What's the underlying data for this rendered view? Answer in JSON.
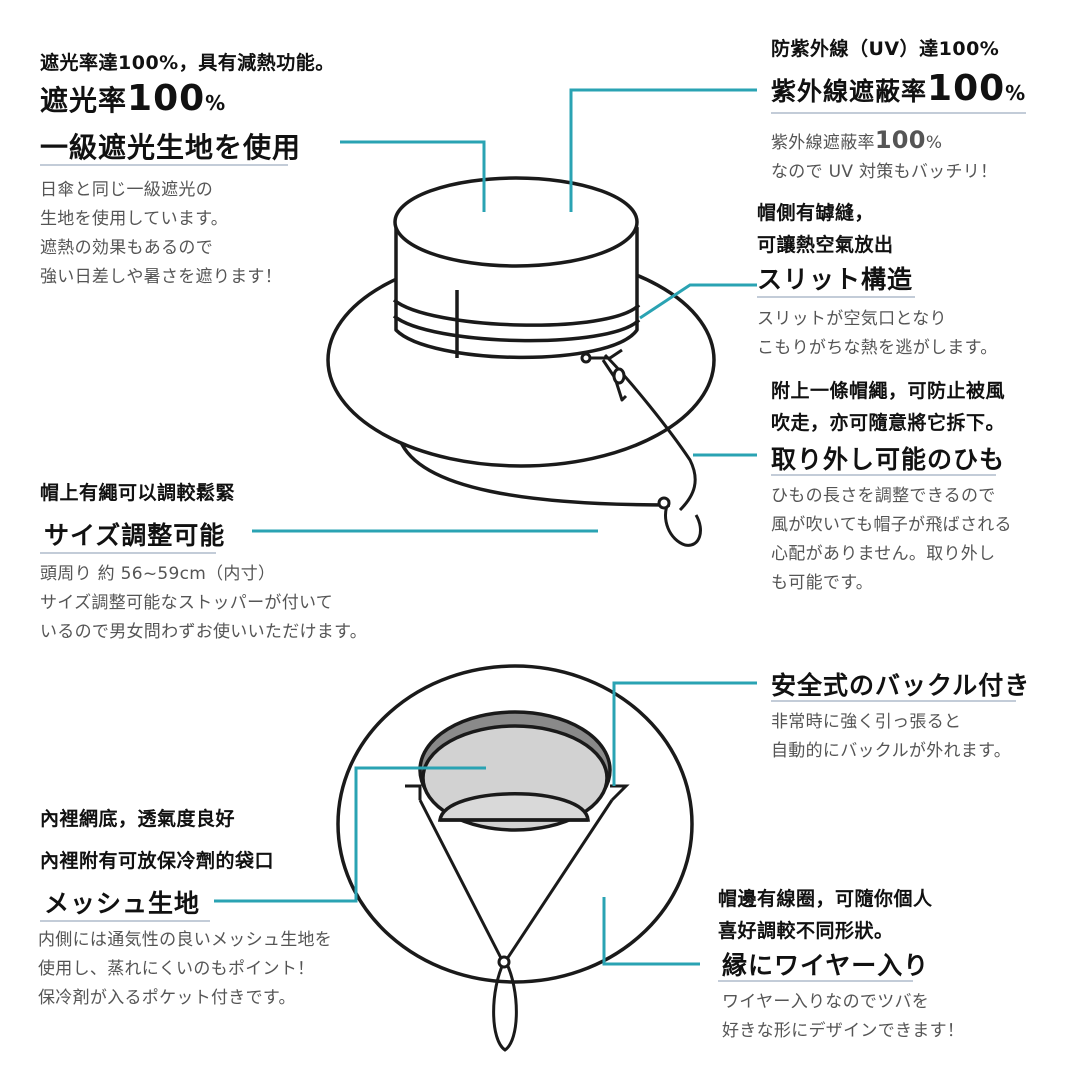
{
  "brand": {
    "accent_line": "#2aa3b3",
    "underline": "#c3ccd8",
    "ink": "#1a1a1a",
    "mesh_grey": "#cfcfcf",
    "mesh_dark": "#8a8a8a"
  },
  "sections": {
    "shading": {
      "chinese": "遮光率達100%，具有減熱功能。",
      "heading_prefix": "遮光率",
      "heading_number": "100",
      "heading_suffix": "%",
      "heading_line2": "一級遮光生地を使用",
      "desc": [
        "日傘と同じ一級遮光の",
        "生地を使用しています。",
        "遮熱の効果もあるので",
        "強い日差しや暑さを遮ります！"
      ]
    },
    "uv": {
      "chinese": "防紫外線（UV）達100%",
      "heading_prefix": "紫外線遮蔽率",
      "heading_number": "100",
      "heading_suffix": "%",
      "desc_line1_prefix": "紫外線遮蔽率",
      "desc_line1_number": "100",
      "desc_line1_suffix": "%",
      "desc_line2": "なので UV 対策もバッチリ！"
    },
    "slit": {
      "chinese": [
        "帽側有罅縫，",
        "可讓熱空氣放出"
      ],
      "heading": "スリット構造",
      "desc": [
        "スリットが空気口となり",
        "こもりがちな熱を逃がします。"
      ]
    },
    "cord": {
      "chinese": [
        "附上一條帽繩，可防止被風",
        "吹走，亦可隨意將它拆下。"
      ],
      "heading": "取り外し可能のひも",
      "desc": [
        "ひもの長さを調整できるので",
        "風が吹いても帽子が飛ばされる",
        "心配がありません。取り外し",
        "も可能です。"
      ]
    },
    "size": {
      "chinese": "帽上有繩可以調較鬆緊",
      "heading": "サイズ調整可能",
      "desc": [
        "頭周り 約 56~59cm（内寸）",
        "サイズ調整可能なストッパーが付いて",
        "いるので男女問わずお使いいただけます。"
      ]
    },
    "buckle": {
      "heading": "安全式のバックル付き",
      "desc": [
        "非常時に強く引っ張ると",
        "自動的にバックルが外れます。"
      ]
    },
    "mesh": {
      "chinese": [
        "內裡網底，透氣度良好",
        "內裡附有可放保冷劑的袋口"
      ],
      "heading": "メッシュ生地",
      "desc": [
        "内側には通気性の良いメッシュ生地を",
        "使用し、蒸れにくいのもポイント！",
        "保冷剤が入るポケット付きです。"
      ]
    },
    "wire": {
      "chinese": [
        "帽邊有線圈，可隨你個人",
        "喜好調較不同形狀。"
      ],
      "heading": "縁にワイヤー入り",
      "desc": [
        "ワイヤー入りなのでツバを",
        "好きな形にデザインできます！"
      ]
    }
  }
}
